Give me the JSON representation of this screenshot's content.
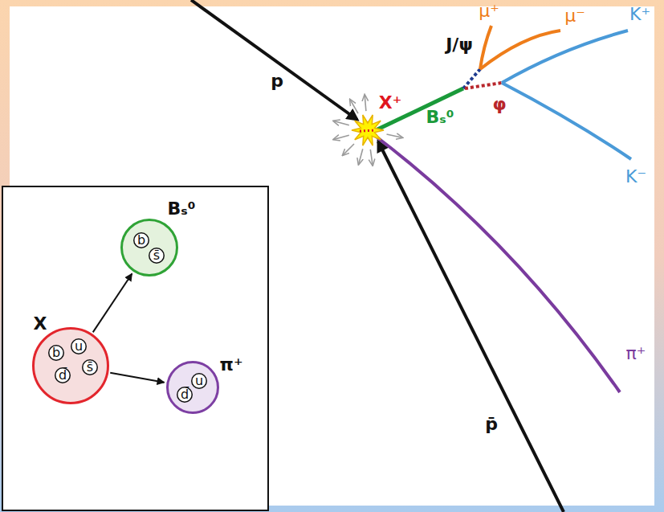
{
  "diagram": {
    "nodes": [
      {
        "text": [
          "Bₛ⁰"
        ]
      },
      {
        "text": [
          "b"
        ],
        "in": 0
      },
      {
        "text": [
          "s̄"
        ],
        "in": 0
      },
      {
        "text": [
          "X"
        ]
      },
      {
        "text": [
          "b"
        ],
        "in": 3
      },
      {
        "text": [
          "u"
        ],
        "in": 3
      },
      {
        "text": [
          "s̄"
        ],
        "in": 3
      },
      {
        "text": [
          "d̄"
        ],
        "in": 3
      },
      {
        "text": [
          "π⁺"
        ]
      },
      {
        "text": [
          "u"
        ],
        "in": 8
      },
      {
        "text": [
          "d̄"
        ],
        "in": 8
      }
    ],
    "edges": [
      {
        "from": 3,
        "to": 0,
        "arrow": "to"
      },
      {
        "from": 3,
        "to": 8,
        "arrow": "to"
      }
    ],
    "labels": [
      "p",
      "μ⁺",
      "μ⁻",
      "K⁺",
      "J/ψ",
      "X⁺",
      "φ",
      "Bₛ⁰",
      "K⁻",
      "π⁺",
      "p̄"
    ]
  }
}
